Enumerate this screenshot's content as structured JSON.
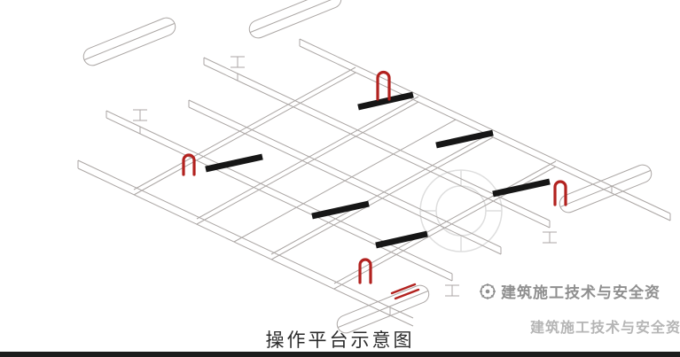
{
  "figure": {
    "caption": "操作平台示意图",
    "watermark": "建筑施工技术与安全资",
    "watermark_partial": "建筑施工技术与安全资"
  },
  "palette": {
    "wireframe_gray": "#aba6a4",
    "ghost_gray": "#dedede",
    "hook_red": "#b2221f",
    "plank_black": "#161616",
    "watermark_gray": "#8f8f8f",
    "bottom_bar": "#1c1c1c"
  }
}
